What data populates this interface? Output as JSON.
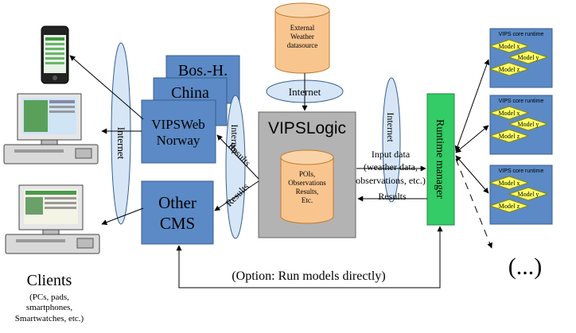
{
  "clients": {
    "title": "Clients",
    "subtitle_lines": [
      "(PCs, pads,",
      "smartphones,",
      "Smartwatches, etc.)"
    ]
  },
  "cms": {
    "bos_h": "Bos.-H.",
    "china": "China",
    "vipsweb_line1": "VIPSWeb",
    "vipsweb_line2": "Norway",
    "other_line1": "Other",
    "other_line2": "CMS"
  },
  "internet_label": "Internet",
  "results_label": "Results",
  "weather": {
    "line1": "External",
    "line2": "Weather",
    "line3": "datasource"
  },
  "vipslogic": {
    "title": "VIPSLogic",
    "db_lines": [
      "POIs,",
      "Observations",
      "Results,",
      "Etc."
    ]
  },
  "input_data_lines": [
    "Input data",
    "(weather data,",
    "observations, etc.)"
  ],
  "runtime_manager": "Runtime manager",
  "core_runtime": {
    "title": "VIPS core runtime",
    "models": [
      "Model x",
      "Model y",
      "Model z"
    ]
  },
  "ellipsis": "(...)",
  "option_text": "(Option: Run models directly)",
  "colors": {
    "box_blue": "#5b8ac6",
    "box_border": "#3a5f8f",
    "ellipse_fill": "#d6e6f7",
    "cylinder_fill": "#f9c58f",
    "cylinder_border": "#c07a30",
    "logic_gray": "#b3b3b3",
    "runtime_green": "#33cc66",
    "model_yellow": "#ffff66"
  }
}
